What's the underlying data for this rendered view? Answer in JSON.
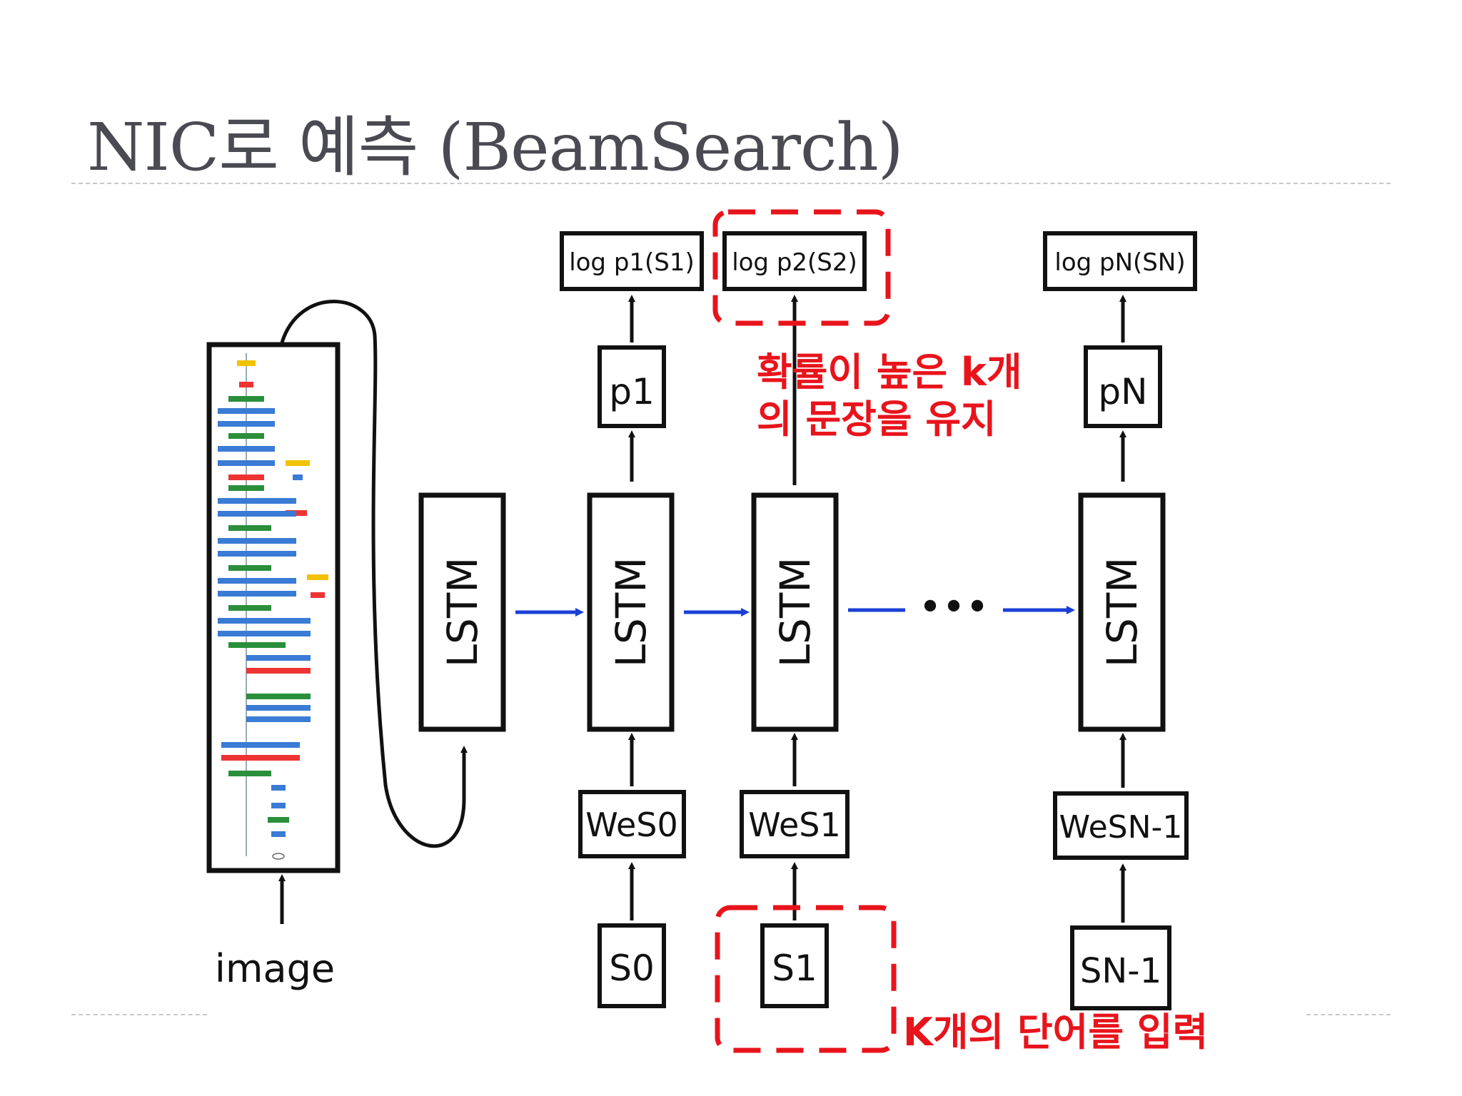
{
  "slide": {
    "title": "NIC로  예측 (BeamSearch)"
  },
  "diagram": {
    "input_label": "image",
    "lstm_label": "LSTM",
    "output_logs": [
      "log p1(S1)",
      "log p2(S2)",
      "log pN(SN)"
    ],
    "probs": [
      "p1",
      "pN"
    ],
    "embeddings": [
      "WeS0",
      "WeS1",
      "WeSN-1"
    ],
    "tokens": [
      "S0",
      "S1",
      "SN-1"
    ],
    "ellipsis": "•••"
  },
  "annotations": {
    "keep_top_k_line1": "확률이 높은  k개",
    "keep_top_k_line2": "의 문장을 유지",
    "input_k_words": "K개의 단어를 입력"
  },
  "colors": {
    "title": "#4a4a52",
    "arrow_blue": "#1a3fd6",
    "highlight_red": "#e8141c",
    "box_stroke": "#111111"
  }
}
